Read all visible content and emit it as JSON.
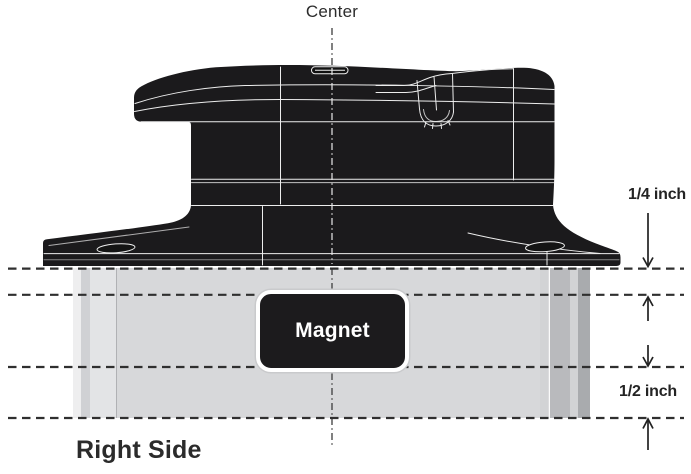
{
  "labels": {
    "center": "Center",
    "magnet": "Magnet",
    "right_side": "Right Side",
    "dim_quarter": "1/4 inch",
    "dim_half": "1/2 inch"
  },
  "colors": {
    "device_black": "#1b1a1c",
    "detail_line": "#ededed",
    "pad_gray": "#d7d8da",
    "pad_edge_dark": "#a9abae",
    "guide_line": "#2f2f2f",
    "background": "#ffffff"
  }
}
